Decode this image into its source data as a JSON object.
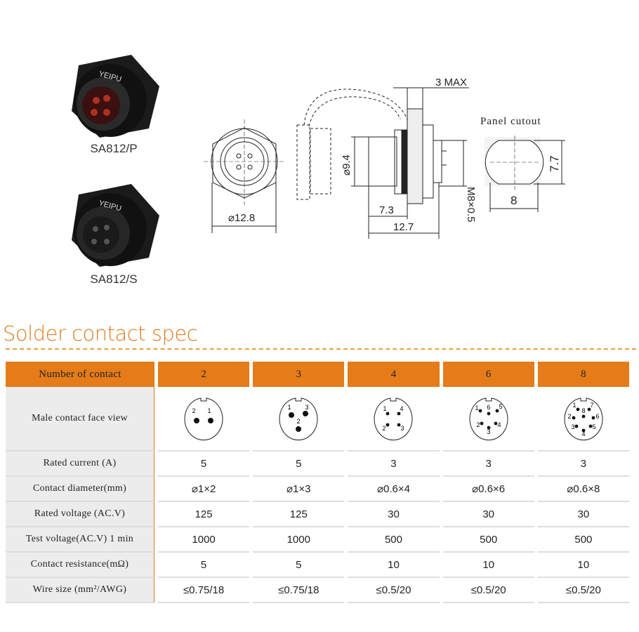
{
  "products": [
    {
      "label": "SA812/P",
      "brand": "YEIPU",
      "type": "male"
    },
    {
      "label": "SA812/S",
      "brand": "YEIPU",
      "type": "female"
    }
  ],
  "drawing": {
    "dim_front": "⌀12.8",
    "dim_dia": "⌀9.4",
    "dim_73": "7.3",
    "dim_127": "12.7",
    "dim_thread": "M8×0.5",
    "dim_max": "3 MAX",
    "cutout_title": "Panel cutout",
    "cutout_w": "8",
    "cutout_h": "7.7"
  },
  "section_title": "Solder contact spec",
  "colors": {
    "accent": "#e57c19",
    "title": "#e07b1f"
  },
  "table": {
    "header_label": "Number of contact",
    "columns": [
      "2",
      "3",
      "4",
      "6",
      "8"
    ],
    "face_label": "Male contact face view",
    "faces": [
      [
        "2",
        "1"
      ],
      [
        "1",
        "3",
        "2"
      ],
      [
        "1",
        "4",
        "2",
        "3"
      ],
      [
        "1",
        "6",
        "5",
        "2",
        "4",
        "3"
      ],
      [
        "1",
        "7",
        "2",
        "8",
        "6",
        "3",
        "5",
        "4"
      ]
    ],
    "rows": [
      {
        "label": "Rated current (A)",
        "values": [
          "5",
          "5",
          "3",
          "3",
          "3"
        ]
      },
      {
        "label": "Contact diameter(mm)",
        "values": [
          "⌀1×2",
          "⌀1×3",
          "⌀0.6×4",
          "⌀0.6×6",
          "⌀0.6×8"
        ]
      },
      {
        "label": "Rated voltage (AC.V)",
        "values": [
          "125",
          "125",
          "30",
          "30",
          "30"
        ]
      },
      {
        "label": "Test voltage(AC.V) 1 min",
        "values": [
          "1000",
          "1000",
          "500",
          "500",
          "500"
        ]
      },
      {
        "label": "Contact resistance(mΩ)",
        "values": [
          "5",
          "5",
          "10",
          "10",
          "10"
        ]
      },
      {
        "label": "Wire size (mm²/AWG)",
        "values": [
          "≤0.75/18",
          "≤0.75/18",
          "≤0.5/20",
          "≤0.5/20",
          "≤0.5/20"
        ]
      }
    ]
  }
}
